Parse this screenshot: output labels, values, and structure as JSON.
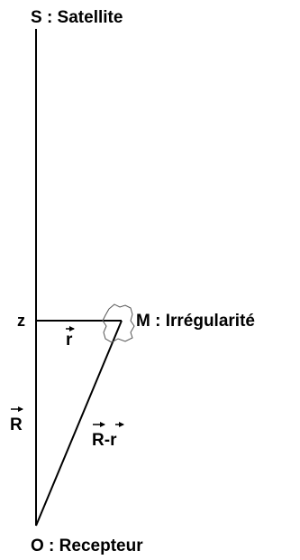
{
  "labels": {
    "satellite": "S : Satellite",
    "receiver": "O : Recepteur",
    "irregularity": "M : Irrégularité",
    "z_axis": "z",
    "vec_r": "r",
    "vec_R": "R",
    "vec_R_minus": "R",
    "vec_R_minus_sep": "-",
    "vec_R_minus_r": "r"
  },
  "colors": {
    "ink": "#000000",
    "background": "#ffffff",
    "blob_stroke": "#555555"
  },
  "icons": {
    "irregularity": "irregularity-blob-shape"
  }
}
